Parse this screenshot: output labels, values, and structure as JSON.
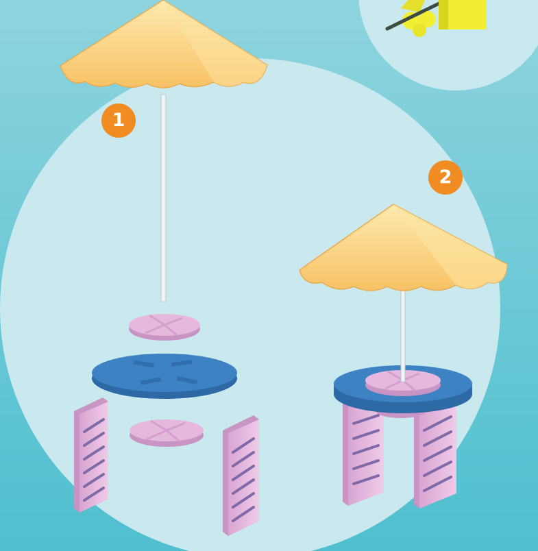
{
  "steps": [
    {
      "number": "1"
    },
    {
      "number": "2"
    }
  ],
  "colors": {
    "background_top": "#8ed4de",
    "background_bottom": "#4fbfcf",
    "circle_fill": "#c9e9ee",
    "badge": "#f08c22",
    "umbrella_canopy": "#fbd07a",
    "umbrella_highlight": "#fde9ae",
    "pole": "#eef3f5",
    "table_top": "#3d83c4",
    "table_edge": "#2d69a5",
    "pink_parts": "#e6b8de",
    "pink_shadow": "#c894c4",
    "yellow_block": "#f2ee34",
    "rod": "#3f4a40"
  },
  "icons": {
    "step_badge": "orange-circle-number",
    "parts": [
      "umbrella-canopy",
      "umbrella-pole",
      "pink-connector-disc",
      "blue-round-table-top",
      "pink-slatted-leg-panel"
    ],
    "inset_detail": "yellow-block-with-rod"
  }
}
